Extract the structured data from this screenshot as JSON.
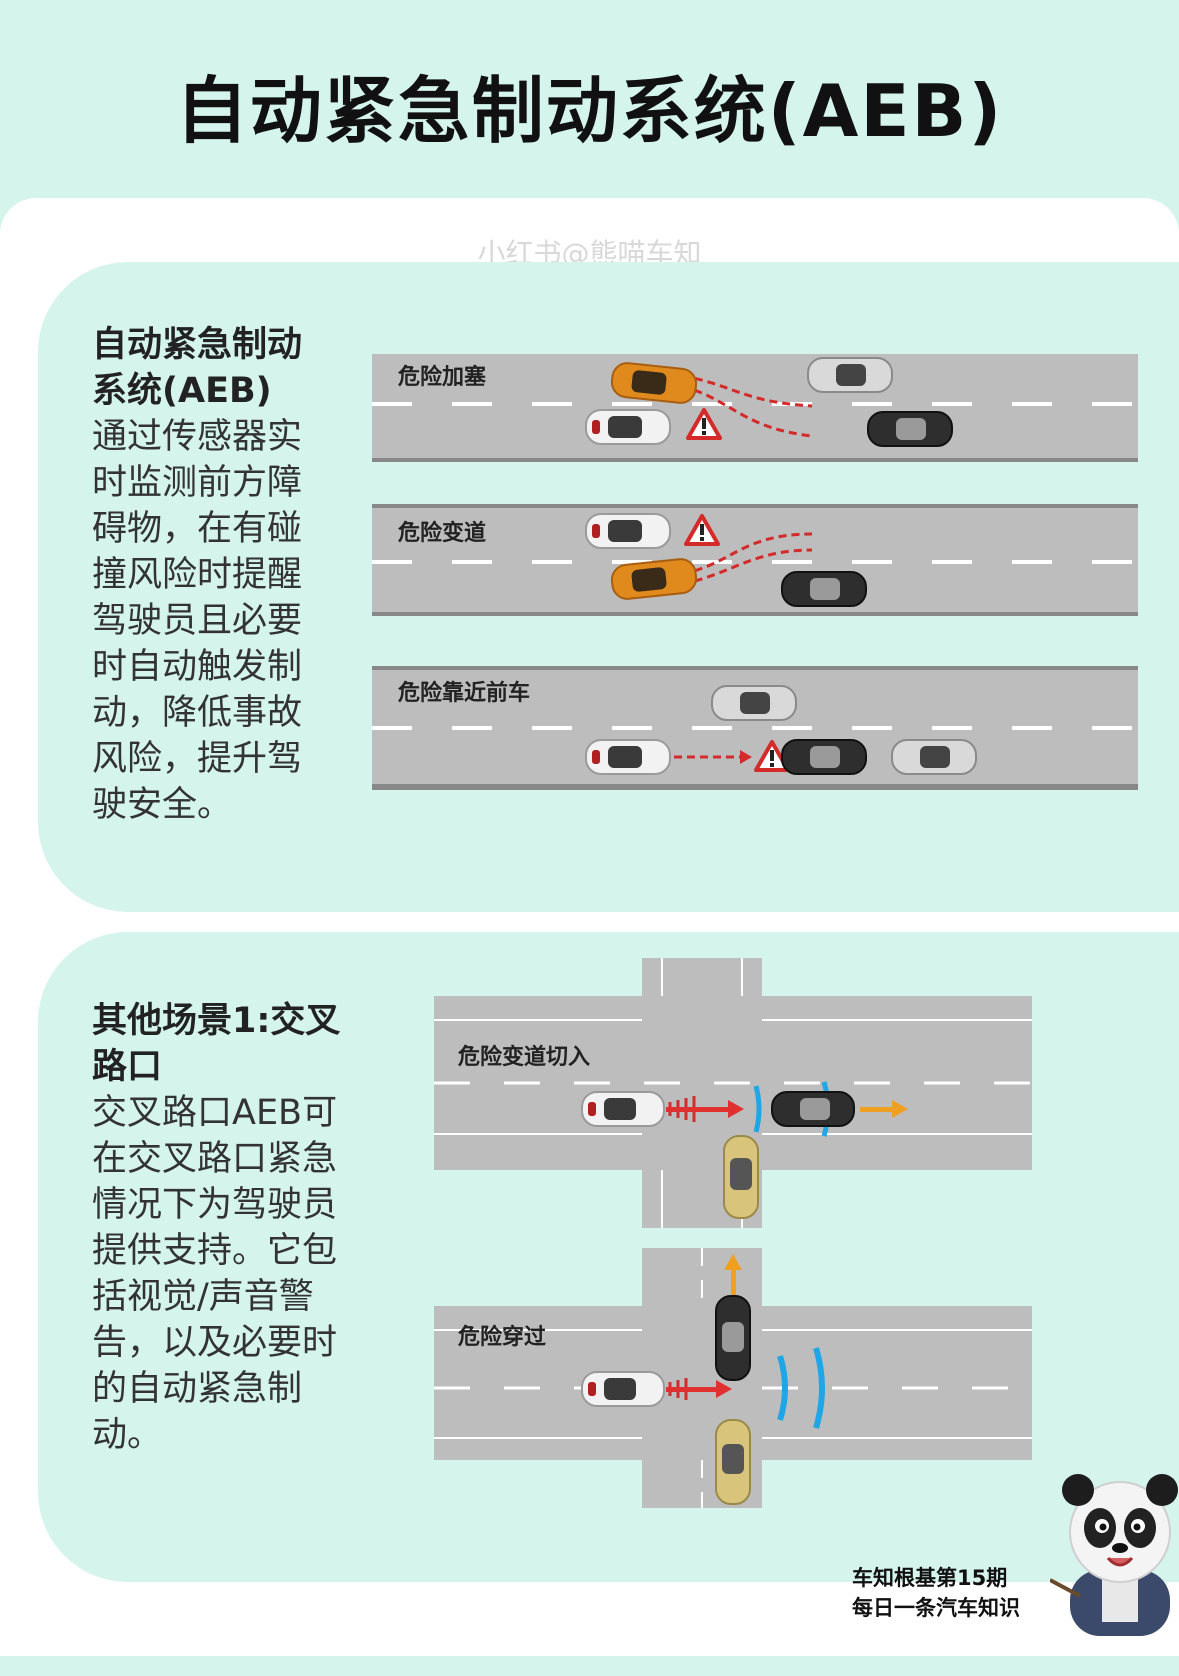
{
  "title": "自动紧急制动系统(AEB)",
  "watermark": "小红书@熊喵车知",
  "section1": {
    "heading": "自动紧急制动系统(AEB)",
    "body": "通过传感器实时监测前方障碍物，在有碰撞风险时提醒驾驶员且必要时自动触发制动，降低事故风险，提升驾驶安全。",
    "labels": [
      "危险加塞",
      "危险变道",
      "危险靠近前车"
    ]
  },
  "section2": {
    "heading": "其他场景1:交叉路口",
    "body": "交叉路口AEB可在交叉路口紧急情况下为驾驶员提供支持。它包括视觉/声音警告，以及必要时的自动紧急制动。",
    "labels": [
      "危险变道切入",
      "危险穿过"
    ]
  },
  "footer": {
    "line1": "车知根基第15期",
    "line2": "每日一条汽车知识"
  },
  "colors": {
    "background": "#d5f5ec",
    "road": "#bdbdbd",
    "danger": "#d42a2a",
    "orange_car": "#e08a1e",
    "sensor": "#1fa6e6"
  }
}
